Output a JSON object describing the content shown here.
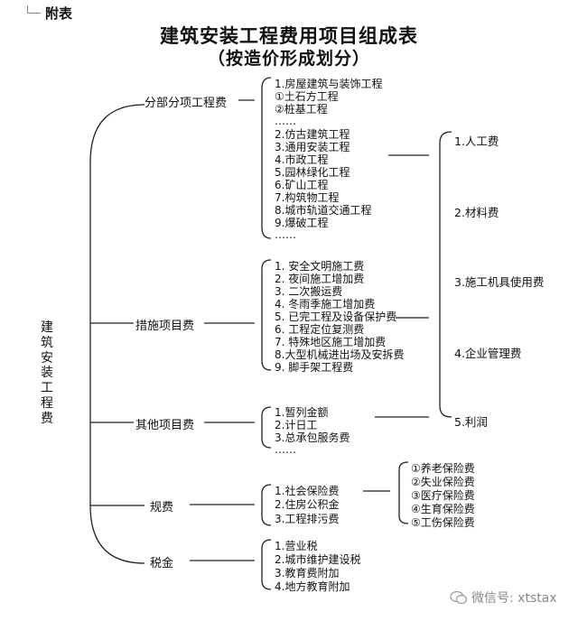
{
  "appendix_label": "附表",
  "title": "建筑安装工程费用项目组成表",
  "subtitle": "（按造价形成划分）",
  "root": "建筑安装工程费",
  "categories": [
    {
      "label": "分部分项工程费",
      "items": [
        "1.房屋建筑与装饰工程",
        "①土石方工程",
        "②桩基工程",
        "……",
        "2.仿古建筑工程",
        "3.通用安装工程",
        "4.市政工程",
        "5.园林绿化工程",
        "6.矿山工程",
        "7.构筑物工程",
        "8.城市轨道交通工程",
        "9.爆破工程",
        "……"
      ]
    },
    {
      "label": "措施项目费",
      "items": [
        "1. 安全文明施工费",
        "2. 夜间施工增加费",
        "3. 二次搬运费",
        "4. 冬雨季施工增加费",
        "5. 已完工程及设备保护费",
        "6. 工程定位复测费",
        "7. 特殊地区施工增加费",
        "8.大型机械进出场及安拆费",
        "9. 脚手架工程费"
      ]
    },
    {
      "label": "其他项目费",
      "items": [
        "1.暂列金额",
        "2.计日工",
        "3.总承包服务费",
        "……"
      ]
    },
    {
      "label": "规费",
      "items": [
        "1.社会保险费",
        "2.住房公积金",
        "3.工程排污费"
      ]
    },
    {
      "label": "税金",
      "items": [
        "1.营业税",
        "2.城市维护建设税",
        "3.教育费附加",
        "4.地方教育附加"
      ]
    }
  ],
  "cost_elements": [
    "1.人工费",
    "2.材料费",
    "3.施工机具使用费",
    "4.企业管理费",
    "5.利润"
  ],
  "social_insurance": [
    "①养老保险费",
    "②失业保险费",
    "③医疗保险费",
    "④生育保险费",
    "⑤工伤保险费"
  ],
  "watermark": "微信号: xtstax"
}
